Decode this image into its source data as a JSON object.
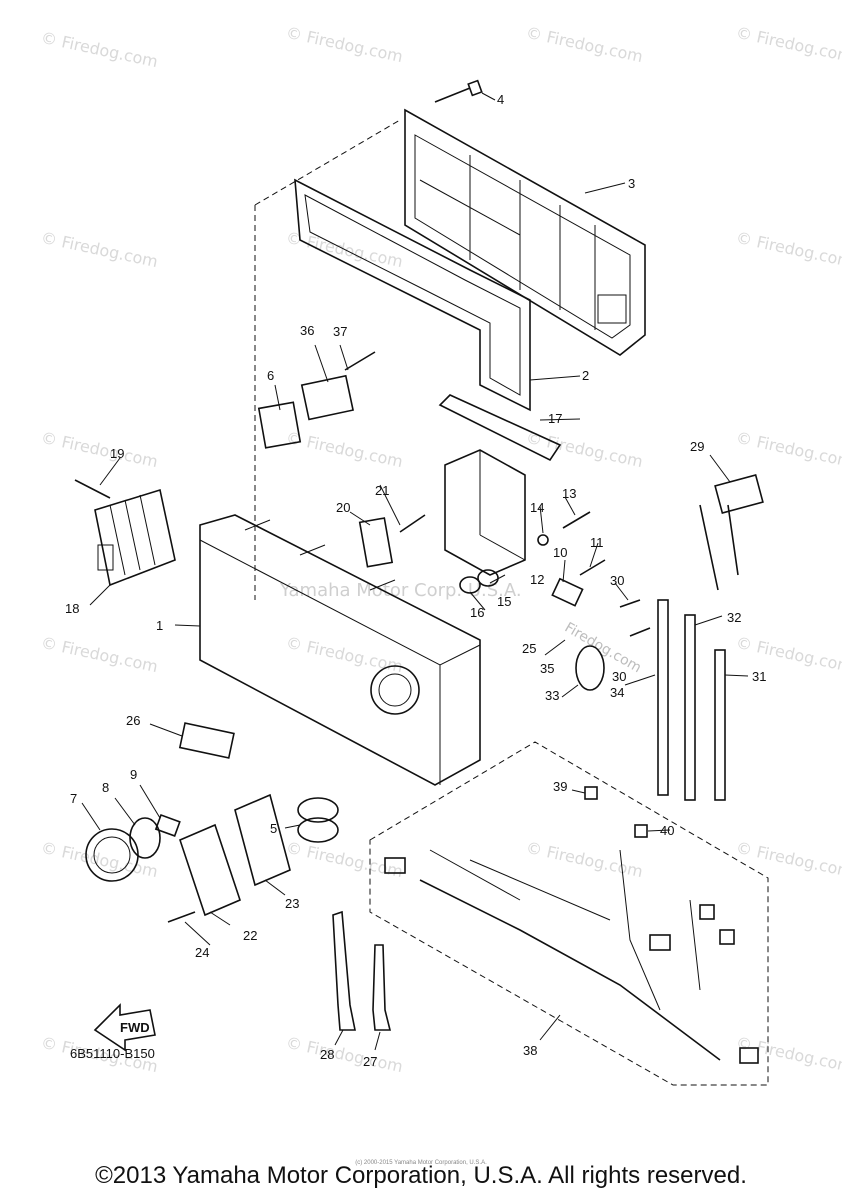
{
  "watermarks": {
    "site": "© Firedog.com",
    "center_overlay": "Yamaha Motor Corp. U.S.A.",
    "small_overlay": "Firedog.com"
  },
  "callouts": [
    "1",
    "2",
    "3",
    "4",
    "5",
    "6",
    "7",
    "8",
    "9",
    "10",
    "11",
    "12",
    "13",
    "14",
    "15",
    "16",
    "17",
    "18",
    "19",
    "20",
    "21",
    "22",
    "23",
    "24",
    "25",
    "26",
    "27",
    "28",
    "29",
    "30",
    "30",
    "31",
    "32",
    "33",
    "34",
    "35",
    "36",
    "37",
    "38",
    "39",
    "40"
  ],
  "diagram_code": "6B51110-B150",
  "fwd_label": "FWD",
  "fine_print": "(c) 2000-2015 Yamaha Motor Corporation, U.S.A.",
  "copyright": "©2013 Yamaha Motor Corporation, U.S.A. All rights reserved."
}
